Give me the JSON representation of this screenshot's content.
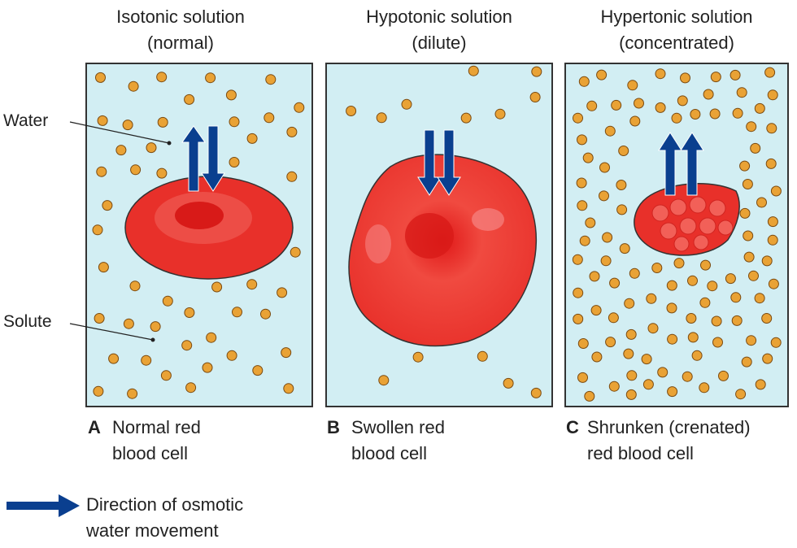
{
  "panels": [
    {
      "title": "Isotonic solution",
      "subtitle": "(normal)",
      "letter": "A",
      "caption1": "Normal red",
      "caption2": "blood cell"
    },
    {
      "title": "Hypotonic solution",
      "subtitle": "(dilute)",
      "letter": "B",
      "caption1": "Swollen red",
      "caption2": "blood cell"
    },
    {
      "title": "Hypertonic solution",
      "subtitle": "(concentrated)",
      "letter": "C",
      "caption1": "Shrunken (crenated)",
      "caption2": "red blood cell"
    }
  ],
  "labels": {
    "water": "Water",
    "solute": "Solute"
  },
  "legend": {
    "line1": "Direction of osmotic",
    "line2": "water movement"
  },
  "colors": {
    "solution": "#d2eef3",
    "cell": "#e8302a",
    "solute": "#e9a235",
    "arrow": "#0a3f8f"
  }
}
